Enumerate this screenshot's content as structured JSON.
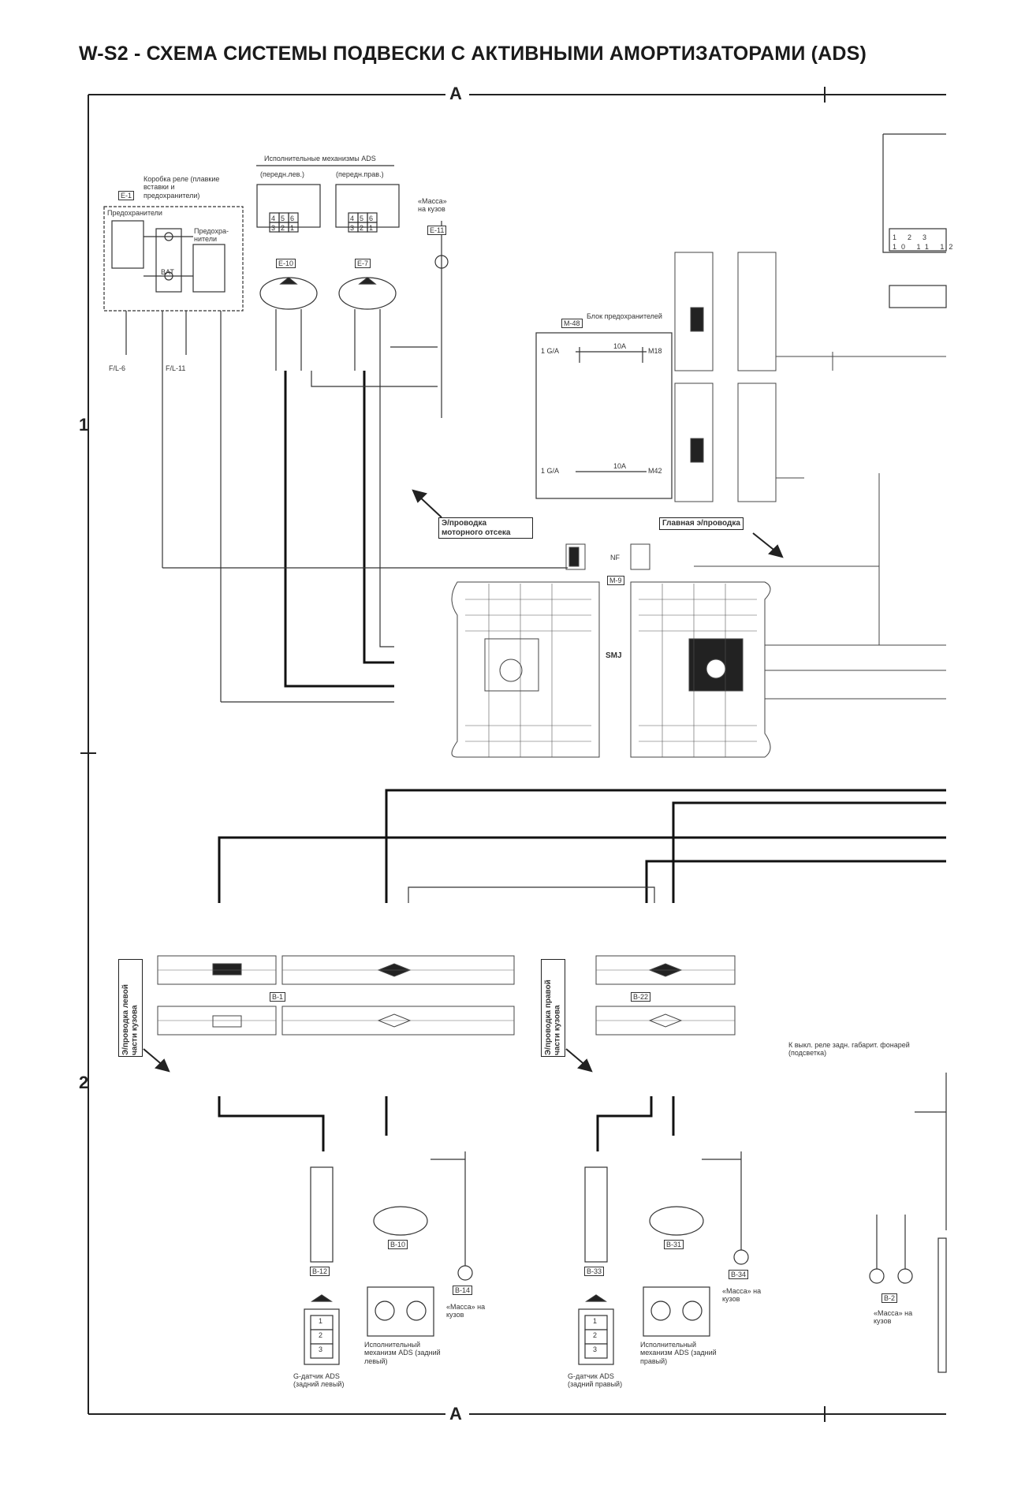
{
  "title": "W-S2 - СХЕМА СИСТЕМЫ ПОДВЕСКИ С АКТИВНЫМИ АМОРТИЗАТОРАМИ (ADS)",
  "grid": {
    "col_a": "A",
    "row_1": "1",
    "row_2": "2"
  },
  "relay_box": {
    "title": "Коробка реле (плавкие вставки и предохранители)",
    "code": "E-1",
    "fuses_label": "Предохранители",
    "fuses_label2": "Предохра-нители",
    "bat": "BAT"
  },
  "front_actuators": {
    "title": "Исполнительные механизмы ADS",
    "left_label": "(передн.лев.)",
    "right_label": "(передн.прав.)",
    "left_code": "E-10",
    "right_code": "E-7",
    "pins": [
      "4",
      "5",
      "6",
      "3",
      "2",
      "1"
    ]
  },
  "ground_top": {
    "label": "«Масса» на кузов",
    "code": "E-11"
  },
  "fuse_block": {
    "title": "Блок предохранителей",
    "code": "M-48",
    "row1_left": "1 G/A",
    "row1_right": "M18",
    "row2_left": "1 G/A",
    "row2_right": "M42",
    "fuse_amp": "10A"
  },
  "harness_labels": {
    "engine": "Э/проводка моторного отсека",
    "main": "Главная э/проводка",
    "left_body": "Э/проводка левой части кузова",
    "right_body": "Э/проводка правой части кузова"
  },
  "smj": {
    "label": "SMJ",
    "code": "M-9",
    "conn": "NF"
  },
  "wire_refs": {
    "fl6": "F/L-6",
    "fl11": "F/L-11"
  },
  "rear_left": {
    "sensor_label": "G-датчик ADS (задний левый)",
    "sensor_code": "B-12",
    "actuator_label": "Исполнительный механизм ADS (задний левый)",
    "actuator_code": "B-10",
    "ground_label": "«Масса» на кузов",
    "ground_code": "B-14"
  },
  "rear_right": {
    "sensor_label": "G-датчик ADS (задний правый)",
    "sensor_code": "B-33",
    "actuator_label": "Исполнительный механизм ADS (задний правый)",
    "actuator_code": "B-31",
    "ground_label": "«Масса» на кузов",
    "ground_code": "B-34"
  },
  "ground_right": {
    "label": "«Масса» на кузов",
    "code": "B-2"
  },
  "right_note": "К выкл. реле задн. габарит. фонарей (подсветка)",
  "conn_codes": {
    "b1": "B-1",
    "b22": "B-22"
  },
  "pins_sensor": [
    "1",
    "2",
    "3"
  ],
  "pins_grid": [
    "1",
    "2",
    "3",
    "10",
    "11",
    "12"
  ]
}
